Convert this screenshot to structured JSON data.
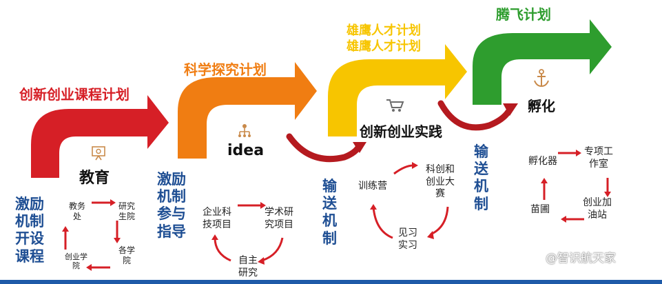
{
  "stages": [
    {
      "title": "创新创业课程计划",
      "center": "教育",
      "mechanism": "激励\n机制\n开设\n课程",
      "cycle": [
        "教务\n处",
        "研究\n生院",
        "各学\n院",
        "创业学\n院"
      ],
      "color": "#d61f26"
    },
    {
      "title": "科学探究计划",
      "center": "idea",
      "mechanism": "激励\n机制\n参与\n指导",
      "cycle": [
        "企业科\n技项目",
        "学术研\n究项目",
        "自主\n研究"
      ],
      "color": "#f07d12"
    },
    {
      "title_line1": "雄鹰人才计划",
      "title_line2": "雄鹰人才计划",
      "center": "创新创业实践",
      "mechanism": "输\n送\n机\n制",
      "cycle": [
        "训练营",
        "科创和\n创业大\n赛",
        "见习\n实习"
      ],
      "color": "#f7c500"
    },
    {
      "title": "腾飞计划",
      "center": "孵化",
      "mechanism": "输\n送\n机\n制",
      "cycle": [
        "孵化器",
        "专项工\n作室",
        "创业加\n油站",
        "苗圃"
      ],
      "color": "#2e9d2e"
    }
  ],
  "watermark": "@智识航天家",
  "colors": {
    "red": "#d61f26",
    "orange": "#f07d12",
    "yellow": "#f7c500",
    "green": "#2e9d2e",
    "blue": "#1e4e93",
    "darkred": "#b51a1f"
  },
  "icons": [
    "presentation-icon",
    "network-icon",
    "cart-icon",
    "anchor-icon"
  ]
}
